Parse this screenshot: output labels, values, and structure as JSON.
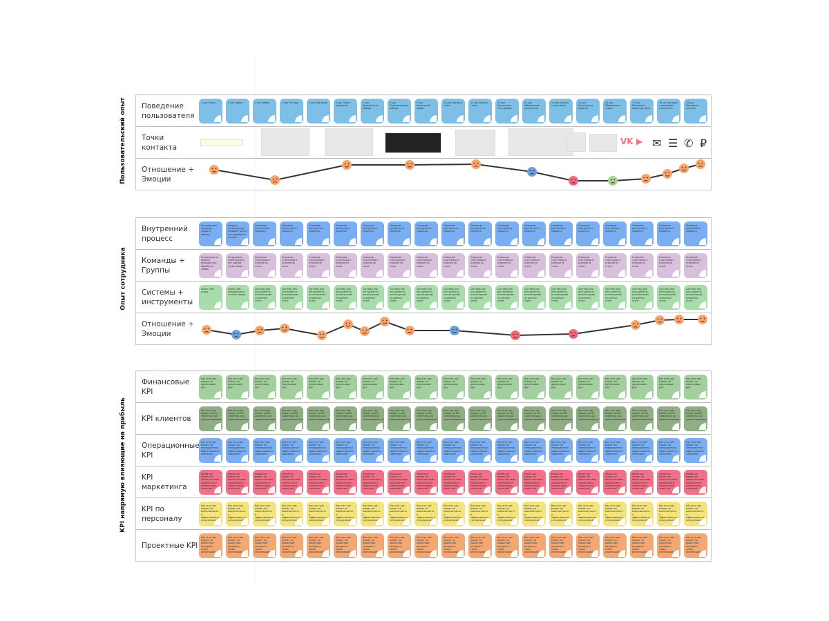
{
  "sections": [
    {
      "title": "Пользовательский опыт",
      "rows": [
        {
          "label": "Поведение пользователя",
          "color": "#7dbfe6",
          "items": [
            "1 шаг Поиск",
            "2 шаг Выбор",
            "3 шаг Выбор",
            "4 шаг Интерес",
            "5 шаг Изучение",
            "6 шаг Поиск вариантов",
            "7 шаг Возможность выбора",
            "8 шаг Подтверждение выбора",
            "9 шаг Финальный выбор",
            "10 шаг Звонок в салон",
            "11 шаг Визит в салон",
            "12 шаг Результаты тест-драйва",
            "13 шаг Оформление документов",
            "14 шаг Оплата и получение",
            "15 шаг Регистрация машины",
            "16 шаг Обращение в сервис",
            "17 шаг Получение обратной связи",
            "18 шаг Интерес к программе лояльности",
            "19 шаг Повторная покупка"
          ]
        },
        {
          "label": "Точки контакта",
          "touchpoints": [
            "search-bar",
            "listing-site",
            "news-feed",
            "video-feed",
            "car-catalog",
            "price-check-page",
            "app-banner",
            "social-post"
          ],
          "icons": [
            "vk-icon",
            "youtube-icon",
            "mail-icon",
            "list-icon",
            "phone-icon",
            "ruble-icon"
          ]
        },
        {
          "label": "Отношение + Эмоции",
          "emotions": [
            "neutral",
            "confused",
            "happy",
            "neutral",
            "annoyed",
            "scared",
            "angry",
            "sick",
            "annoyed",
            "grinning",
            "smiling",
            "annoyed"
          ]
        }
      ]
    },
    {
      "title": "Опыт сотрудника",
      "rows": [
        {
          "label": "Внутренний процесс",
          "color": "#7aaef2",
          "first": [
            "Не позволяют продавцу продать машину",
            "Процесс согласования занимает долго, нет понимания статуса"
          ],
          "rest": "Описание внутреннего процесса"
        },
        {
          "label": "Команды + Группы",
          "color": "#d8bfdc",
          "first": [
            "В компании не хватает ресурсов для обработки заявок",
            "Сотрудники перегружены, нет единой точки входа"
          ],
          "rest": "Описание участников и отделов на этапе"
        },
        {
          "label": "Системы + инструменты",
          "color": "#a8dcaa",
          "first": [
            "Поиск CRM, склад",
            "Поиск CRM, информация о статусе заявки"
          ],
          "rest": "Системы или инструменты, используемые на данном этапе"
        },
        {
          "label": "Отношение + Эмоции",
          "emotions": [
            "neutral",
            "scared",
            "neutral",
            "happy",
            "annoyed",
            "happy",
            "annoyed",
            "happy",
            "annoyed",
            "scared",
            "angry",
            "angry",
            "neutral",
            "neutral",
            "neutral",
            "neutral"
          ]
        }
      ]
    },
    {
      "title": "KPI напрямую влияющие на прибыль",
      "rows": [
        {
          "label": "Финансовые KPI",
          "color": "#a3cf9f",
          "rest": "Как этот шаг влияет на финансовые KPI?"
        },
        {
          "label": "KPI клиентов",
          "color": "#8fae84",
          "rest": "Как этот шаг влияет на KPI клиентов и их удовлетворённость?"
        },
        {
          "label": "Операционные KPI",
          "color": "#7aaef2",
          "rest": "Как этот шаг влияет на операционную эффективность компании?"
        },
        {
          "label": "KPI маркетинга",
          "color": "#f27088",
          "rest": "Какой шаг влияет на маркетинговые показатели и привлечение клиентов?"
        },
        {
          "label": "KPI по персоналу",
          "color": "#f4e27a",
          "rest": "Как этот шаг влияет на вовлеченность и эффективность сотрудников?"
        },
        {
          "label": "Проектные KPI",
          "color": "#f3a873",
          "rest": "Как этот шаг влияет на проектные метрики и сроки реализации?"
        }
      ]
    }
  ],
  "emotion_colors": {
    "neutral": "#f5a66f",
    "confused": "#f5a66f",
    "happy": "#f5a66f",
    "annoyed": "#f5a66f",
    "grinning": "#f5a66f",
    "smiling": "#f5a66f",
    "scared": "#6aa0e0",
    "angry": "#ef6b7b",
    "sick": "#9fd69a"
  }
}
